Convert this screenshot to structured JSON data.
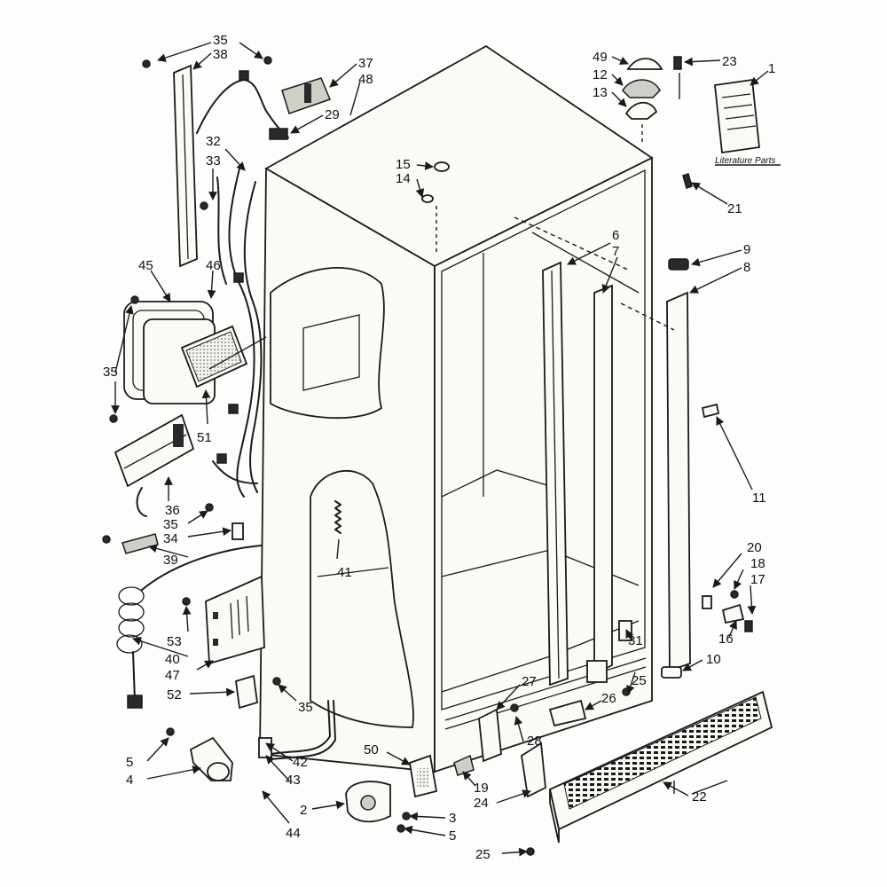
{
  "callouts": [
    "1",
    "2",
    "3",
    "4",
    "5",
    "5",
    "6",
    "7",
    "8",
    "9",
    "10",
    "11",
    "12",
    "13",
    "14",
    "15",
    "16",
    "17",
    "18",
    "19",
    "20",
    "21",
    "22",
    "23",
    "24",
    "25",
    "25",
    "26",
    "27",
    "28",
    "29",
    "31",
    "32",
    "33",
    "34",
    "35",
    "35",
    "35",
    "35",
    "36",
    "37",
    "38",
    "39",
    "40",
    "41",
    "42",
    "43",
    "44",
    "45",
    "46",
    "47",
    "48",
    "49",
    "50",
    "51",
    "52",
    "53"
  ],
  "literature_label": "Literature Parts"
}
